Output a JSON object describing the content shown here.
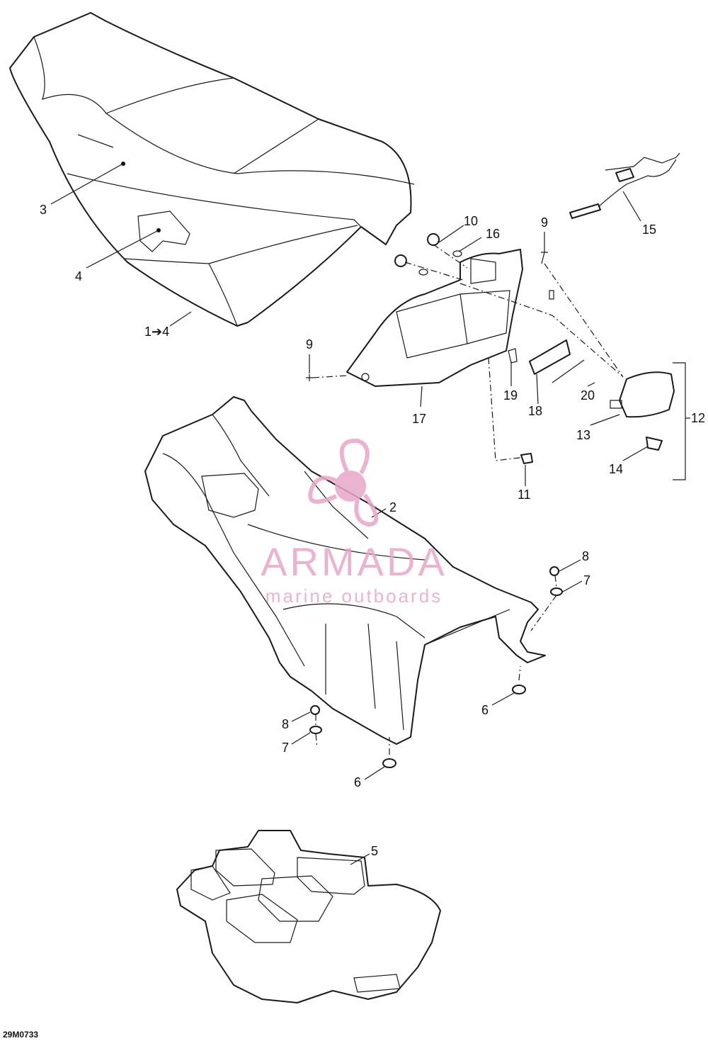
{
  "diagram": {
    "drawing_code": "29M0733",
    "callouts": {
      "c1_4": "1➔4",
      "c2": "2",
      "c3": "3",
      "c4": "4",
      "c5": "5",
      "c6a": "6",
      "c6b": "6",
      "c7a": "7",
      "c7b": "7",
      "c8a": "8",
      "c8b": "8",
      "c9a": "9",
      "c9b": "9",
      "c10": "10",
      "c11": "11",
      "c12": "12",
      "c13": "13",
      "c14": "14",
      "c15": "15",
      "c16": "16",
      "c17": "17",
      "c18": "18",
      "c19": "19",
      "c20": "20"
    }
  },
  "watermark": {
    "brand": "ARMADA",
    "tagline": "marine outboards",
    "color": "#e7a6c8"
  }
}
